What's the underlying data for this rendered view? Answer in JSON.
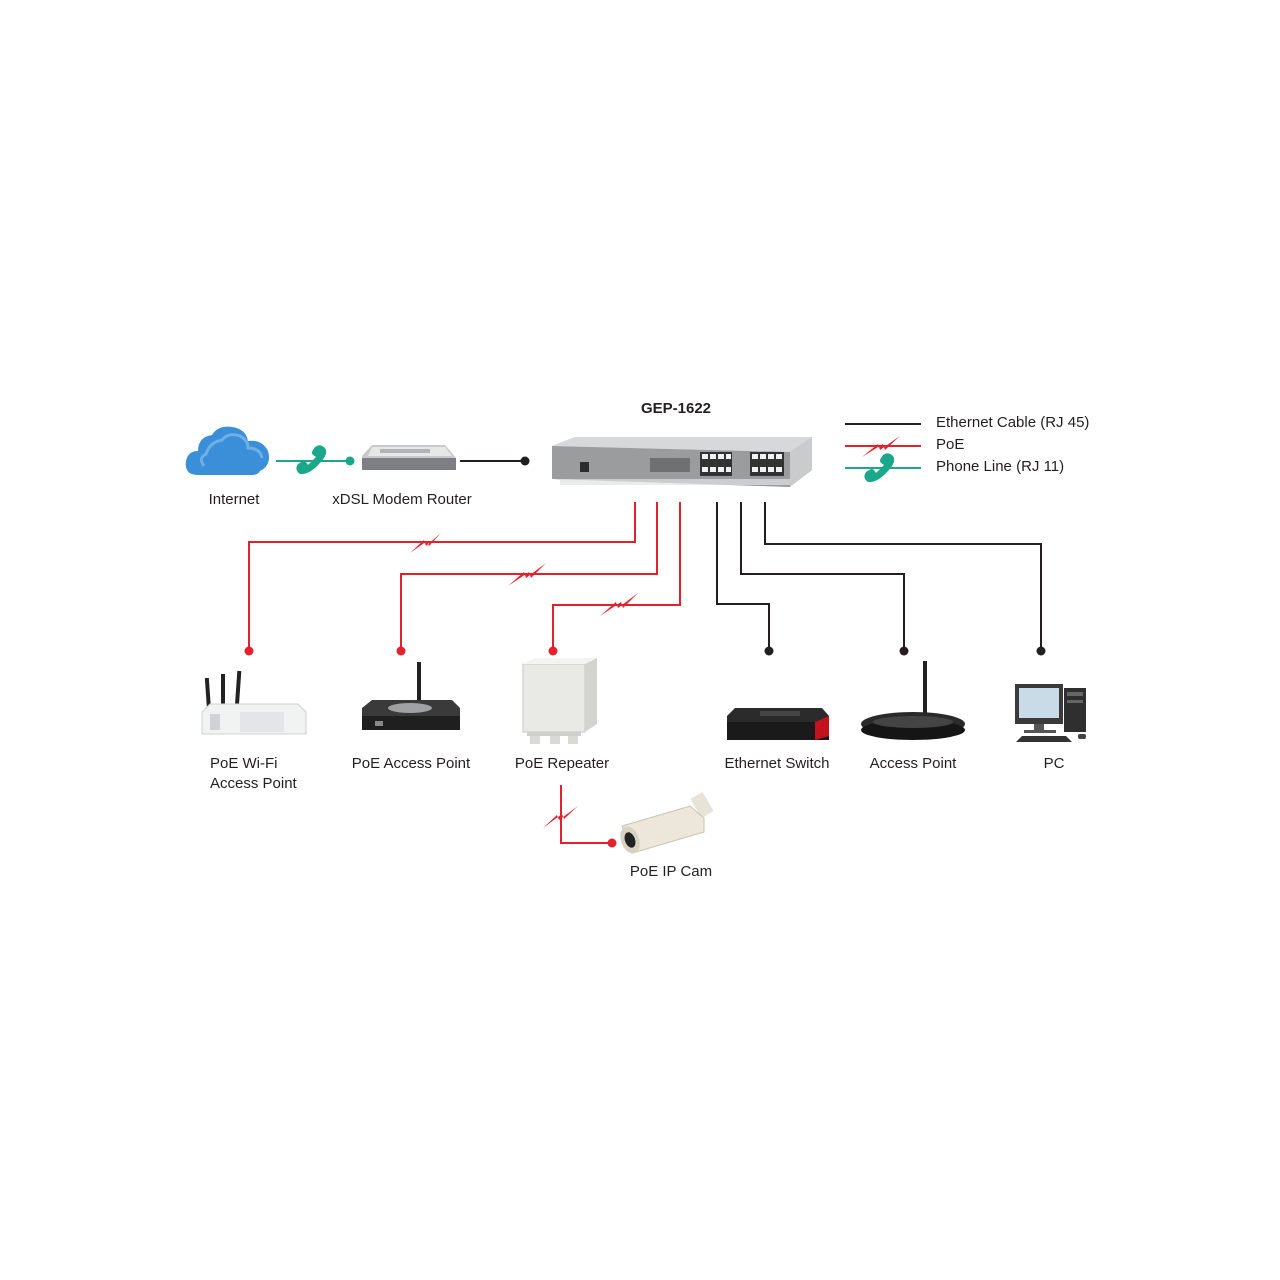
{
  "title": "GEP-1622",
  "colors": {
    "ethernet": "#231f20",
    "poe": "#e3212d",
    "phone": "#1aa78a",
    "device_dark": "#2b2b2b",
    "switch_body": "#9a9c9e",
    "cloud": "#3a8fd8"
  },
  "legend": [
    {
      "type": "ethernet",
      "label": "Ethernet Cable (RJ 45)"
    },
    {
      "type": "poe",
      "label": "PoE"
    },
    {
      "type": "phone",
      "label": "Phone Line (RJ 11)"
    }
  ],
  "nodes": {
    "internet": {
      "label": "Internet",
      "icon": "cloud-icon"
    },
    "modem": {
      "label": "xDSL Modem Router",
      "icon": "modem-router-icon"
    },
    "switch": {
      "label": "GEP-1622",
      "icon": "poe-switch-icon"
    },
    "poe_wifi_ap": {
      "label_line1": "PoE Wi-Fi",
      "label_line2": "Access Point",
      "icon": "wifi-access-point-icon"
    },
    "poe_ap": {
      "label": "PoE Access Point",
      "icon": "access-point-icon"
    },
    "poe_repeater": {
      "label": "PoE Repeater",
      "icon": "repeater-box-icon"
    },
    "ethernet_switch": {
      "label": "Ethernet Switch",
      "icon": "ethernet-switch-icon"
    },
    "access_point": {
      "label": "Access Point",
      "icon": "router-icon"
    },
    "pc": {
      "label": "PC",
      "icon": "desktop-pc-icon"
    },
    "ip_cam": {
      "label": "PoE IP Cam",
      "icon": "bullet-camera-icon"
    }
  }
}
